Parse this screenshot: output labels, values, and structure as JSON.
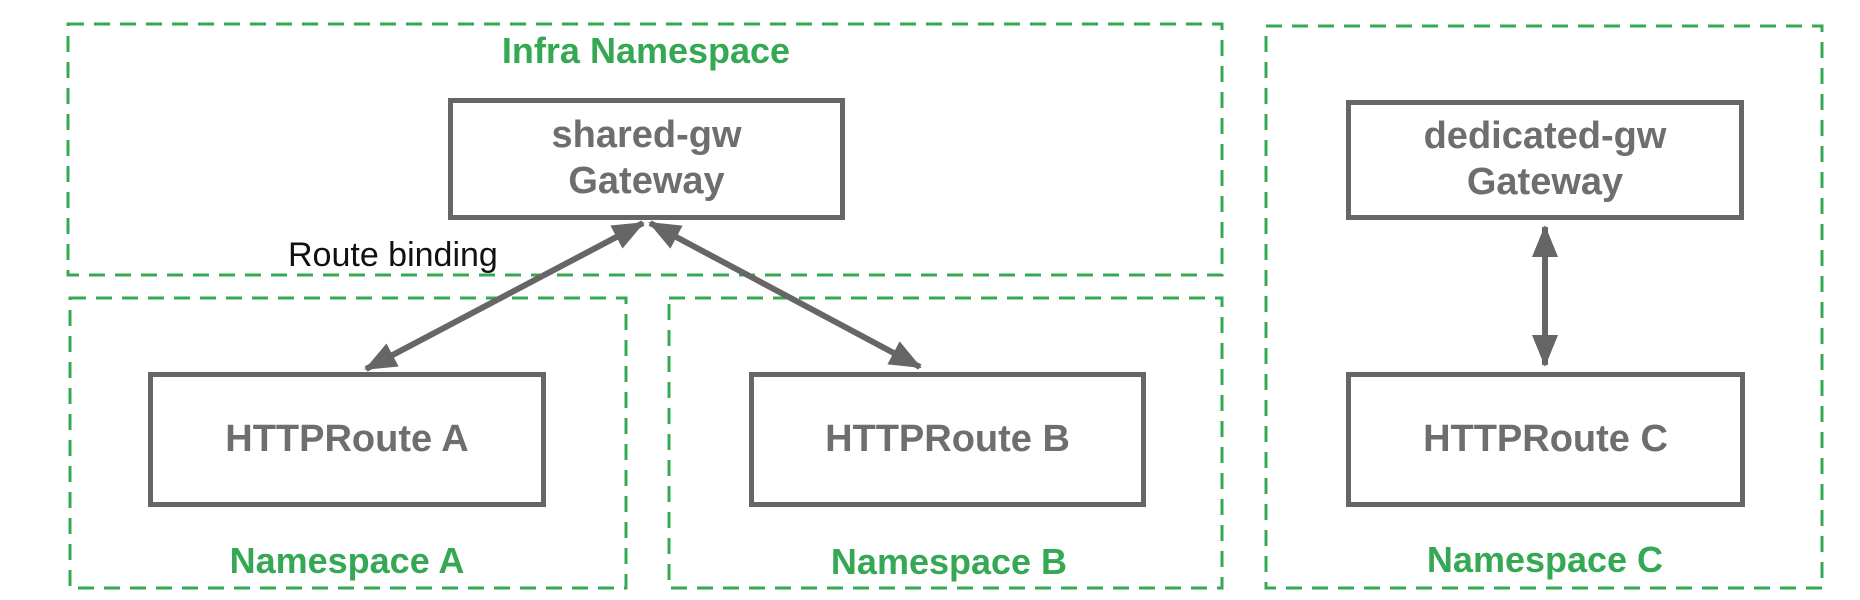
{
  "diagram": {
    "infra_namespace": {
      "label": "Infra Namespace"
    },
    "namespace_a": {
      "label": "Namespace A"
    },
    "namespace_b": {
      "label": "Namespace B"
    },
    "namespace_c": {
      "label": "Namespace C"
    },
    "shared_gateway": {
      "name": "shared-gw",
      "kind": "Gateway"
    },
    "dedicated_gateway": {
      "name": "dedicated-gw",
      "kind": "Gateway"
    },
    "route_a": {
      "label": "HTTPRoute A"
    },
    "route_b": {
      "label": "HTTPRoute B"
    },
    "route_c": {
      "label": "HTTPRoute C"
    },
    "edge_label": "Route binding"
  },
  "colors": {
    "green": "#34a853",
    "gray_border": "#666666",
    "gray_text": "#6e6e6e",
    "black": "#111111",
    "white": "#ffffff"
  }
}
